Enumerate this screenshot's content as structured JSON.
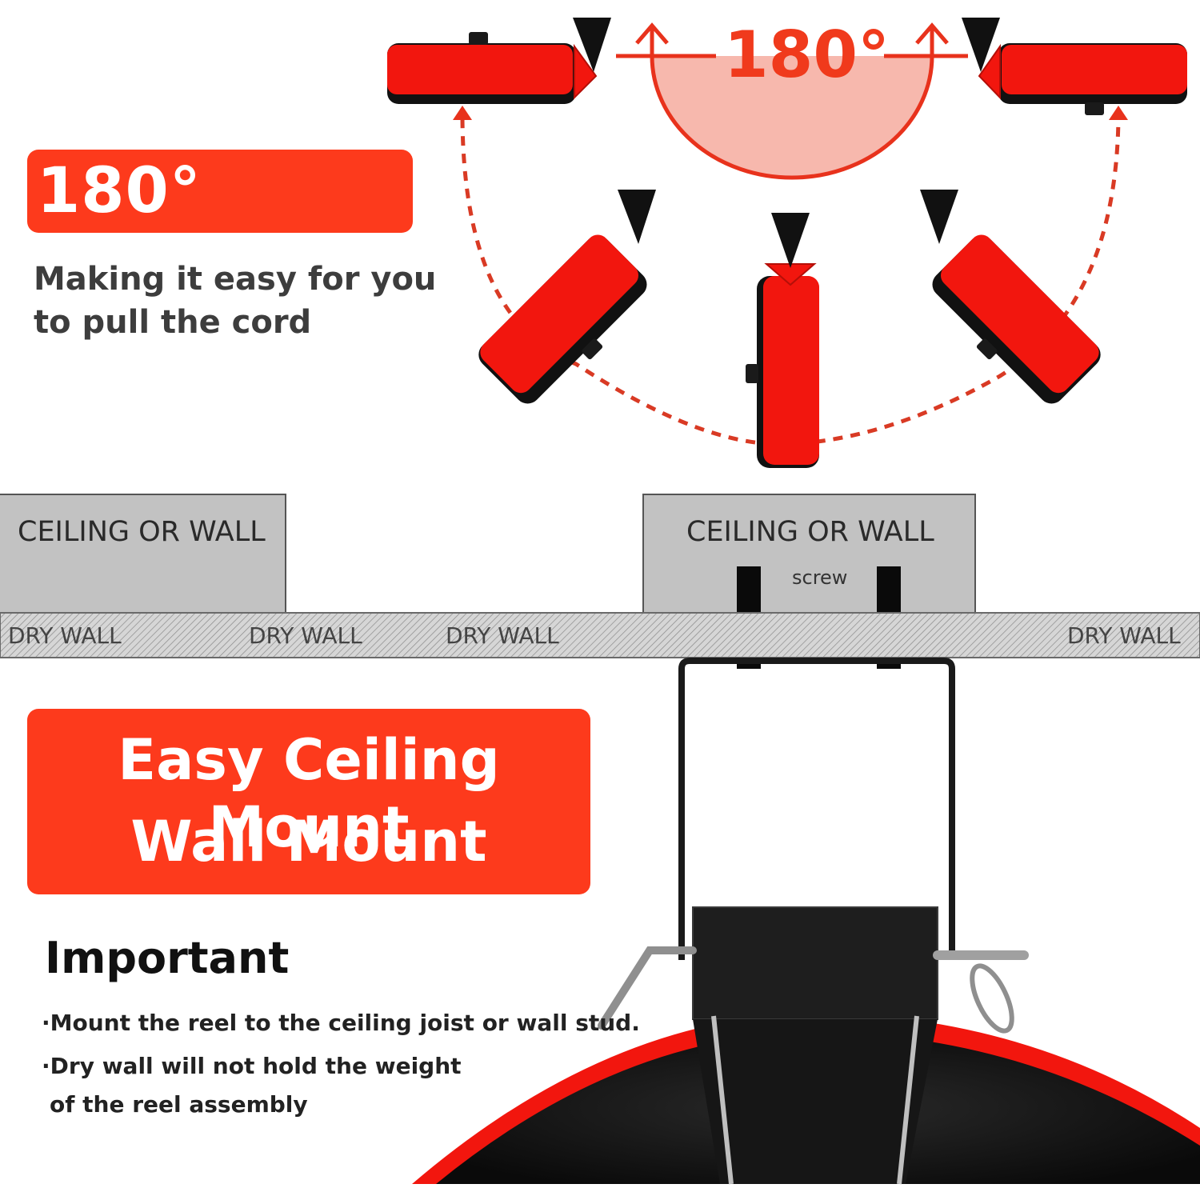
{
  "swivel": {
    "title": "180° Swivel",
    "subtitle_line1": "Making it easy for you",
    "subtitle_line2": "to pull the cord",
    "angle_label": "180°"
  },
  "walls": {
    "left_label": "CEILING OR WALL",
    "right_label": "CEILING OR WALL",
    "screw_label": "screw",
    "drywall_labels": [
      "DRY WALL",
      "DRY WALL",
      "DRY WALL",
      "DRY WALL"
    ]
  },
  "mount": {
    "line1": "Easy Ceiling Mount",
    "line2": "Wall Mount"
  },
  "notes": {
    "heading": "Important",
    "note1": "·Mount the reel to the ceiling joist or wall stud.",
    "note2_line1": "·Dry wall will not hold the weight",
    "note2_line2": "of the reel assembly"
  },
  "colors": {
    "brand_red": "#fd3a1c",
    "reel_red": "#f2160e",
    "wall_gray": "#c2c2c2",
    "arc_fill": "#f7b8ad"
  },
  "icons": [
    "reel-icon",
    "pointer-icon",
    "arrow-up-icon",
    "mounting-bracket-icon"
  ]
}
